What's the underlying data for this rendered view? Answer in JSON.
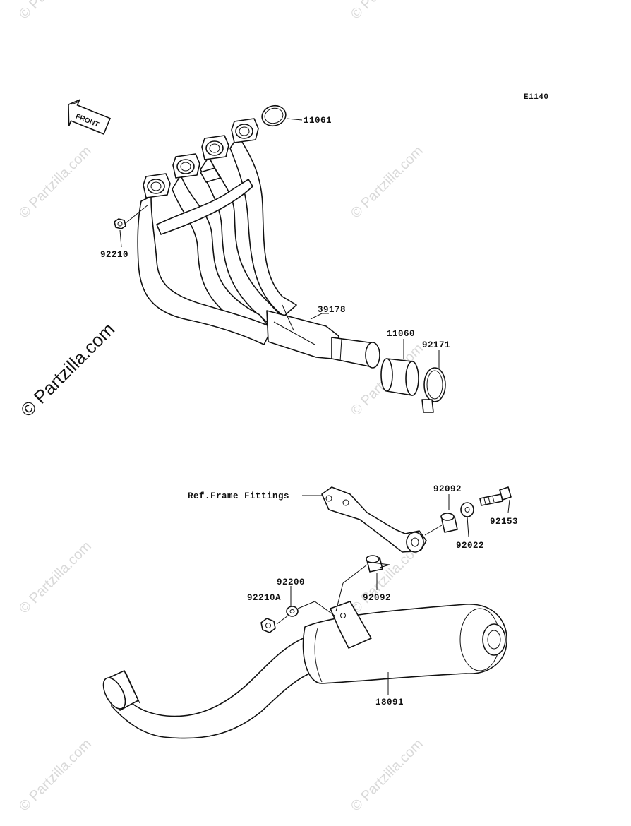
{
  "diagram": {
    "code": "E1140",
    "front_label": "FRONT",
    "callouts": {
      "p11061": "11061",
      "p92210": "92210",
      "p39178": "39178",
      "p11060": "11060",
      "p92171": "92171",
      "ref_frame": "Ref.Frame Fittings",
      "p92092_top": "92092",
      "p92153": "92153",
      "p92022": "92022",
      "p92200": "92200",
      "p92210A": "92210A",
      "p92092_bottom": "92092",
      "p18091": "18091"
    }
  },
  "watermarks": {
    "small": "© Partzilla.com",
    "large": "© Partzilla.com"
  }
}
